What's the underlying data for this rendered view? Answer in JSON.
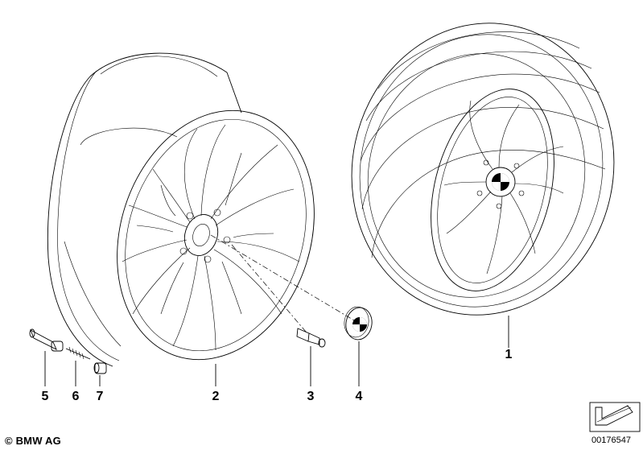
{
  "callouts": [
    {
      "id": "1",
      "label": "1"
    },
    {
      "id": "2",
      "label": "2"
    },
    {
      "id": "3",
      "label": "3"
    },
    {
      "id": "4",
      "label": "4"
    },
    {
      "id": "5",
      "label": "5"
    },
    {
      "id": "6",
      "label": "6"
    },
    {
      "id": "7",
      "label": "7"
    }
  ],
  "footer": {
    "copyright": "© BMW AG",
    "document_number": "00176547"
  }
}
